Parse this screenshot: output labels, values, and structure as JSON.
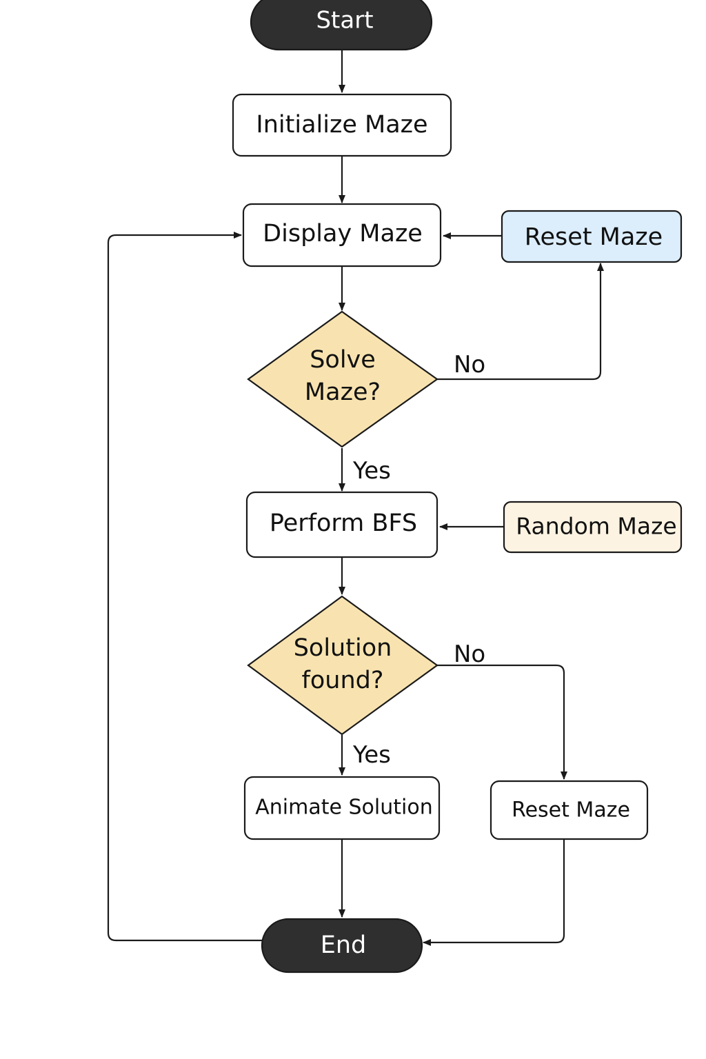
{
  "colors": {
    "terminal_fill": "#2f2f2f",
    "terminal_text": "#ffffff",
    "decision_fill": "#f8e3b0",
    "reset_top_fill": "#dceefc",
    "random_fill": "#fdf3e2",
    "process_fill": "#ffffff",
    "stroke": "#1a1a1a"
  },
  "nodes": {
    "start": {
      "label": "Start",
      "shape": "terminal"
    },
    "initialize": {
      "label": "Initialize Maze",
      "shape": "process"
    },
    "display": {
      "label": "Display Maze",
      "shape": "process"
    },
    "reset_top": {
      "label": "Reset Maze",
      "shape": "process"
    },
    "solve_decision": {
      "line1": "Solve",
      "line2": "Maze?",
      "shape": "decision"
    },
    "perform_bfs": {
      "label": "Perform BFS",
      "shape": "process"
    },
    "random_maze": {
      "label": "Random Maze",
      "shape": "process"
    },
    "solution_decision": {
      "line1": "Solution",
      "line2": "found?",
      "shape": "decision"
    },
    "animate": {
      "label": "Animate Solution",
      "shape": "process"
    },
    "reset_bottom": {
      "label": "Reset Maze",
      "shape": "process"
    },
    "end": {
      "label": "End",
      "shape": "terminal"
    }
  },
  "edges": [
    {
      "from": "start",
      "to": "initialize",
      "label": ""
    },
    {
      "from": "initialize",
      "to": "display",
      "label": ""
    },
    {
      "from": "display",
      "to": "solve_decision",
      "label": ""
    },
    {
      "from": "solve_decision",
      "to": "reset_top",
      "label": "No"
    },
    {
      "from": "reset_top",
      "to": "display",
      "label": ""
    },
    {
      "from": "solve_decision",
      "to": "perform_bfs",
      "label": "Yes"
    },
    {
      "from": "random_maze",
      "to": "perform_bfs",
      "label": ""
    },
    {
      "from": "perform_bfs",
      "to": "solution_decision",
      "label": ""
    },
    {
      "from": "solution_decision",
      "to": "animate",
      "label": "Yes"
    },
    {
      "from": "solution_decision",
      "to": "reset_bottom",
      "label": "No"
    },
    {
      "from": "animate",
      "to": "end",
      "label": ""
    },
    {
      "from": "reset_bottom",
      "to": "end",
      "label": ""
    },
    {
      "from": "end",
      "to": "display",
      "label": ""
    }
  ],
  "edge_labels": {
    "solve_no": "No",
    "solve_yes": "Yes",
    "solution_no": "No",
    "solution_yes": "Yes"
  }
}
